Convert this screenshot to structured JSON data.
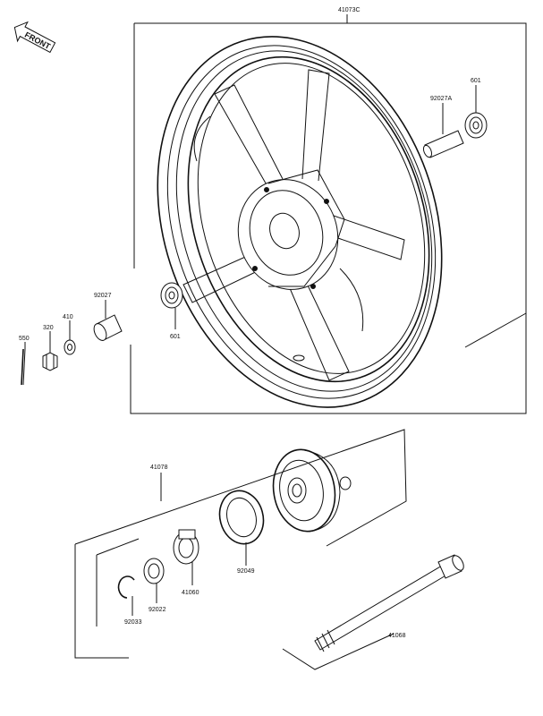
{
  "front_label": "FRONT",
  "parts": {
    "wheel_assembly": "41073C",
    "sleeve": "92027A",
    "bearing_right": "601",
    "spacer": "92027",
    "bearing_left": "601",
    "washer": "410",
    "nut": "320",
    "cotter_pin": "550",
    "hub_assembly": "41078",
    "seal": "92049",
    "gear_drive": "41060",
    "washer_plate": "92022",
    "circlip": "92033",
    "axle": "41068"
  }
}
